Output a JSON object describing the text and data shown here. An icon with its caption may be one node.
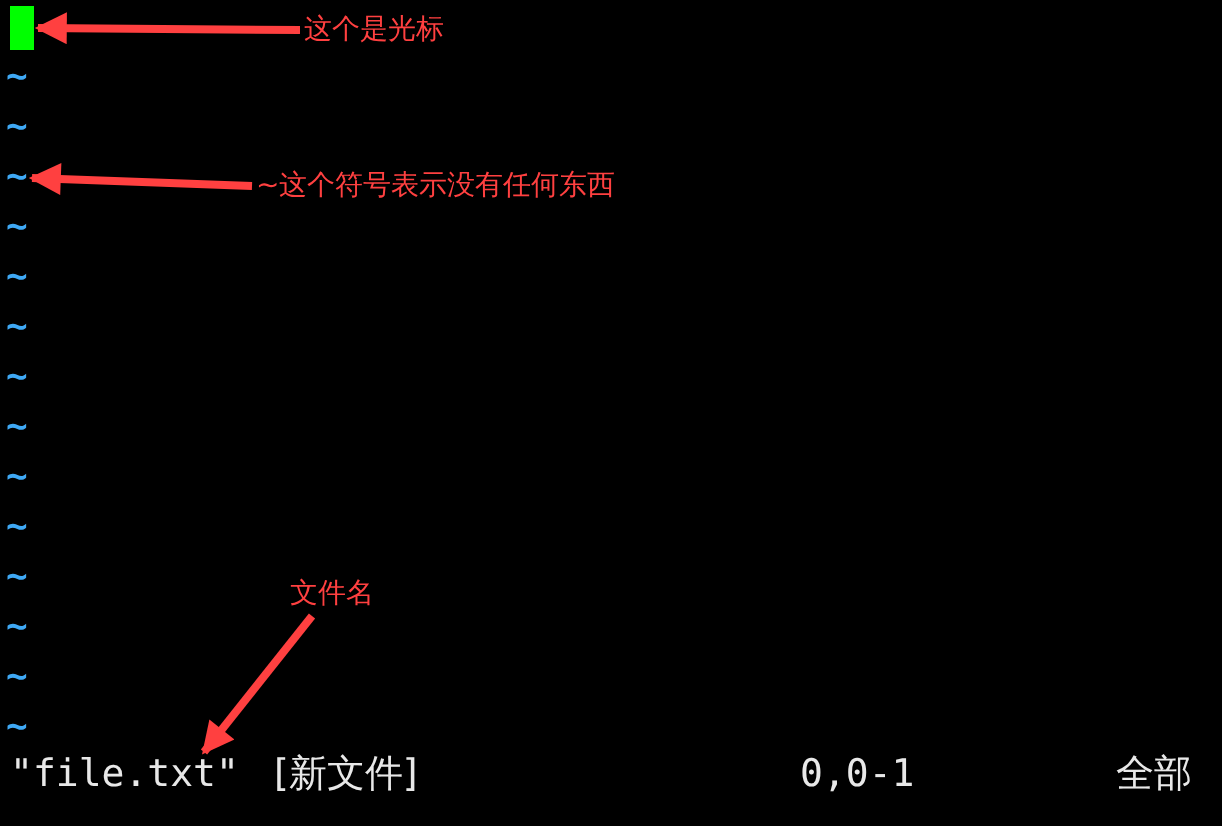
{
  "diagram": {
    "nodes": [
      {
        "text": [],
        "shape": "box"
      },
      {
        "text": [
          "这个是光标"
        ]
      },
      {
        "text": [
          "~"
        ]
      },
      {
        "text": [
          "~这个符号表示没有任何东西"
        ]
      },
      {
        "text": [
          "文件名"
        ]
      },
      {
        "text": [
          "\"file.txt\""
        ]
      }
    ],
    "edges": [
      {
        "from": 1,
        "to": 0,
        "arrow": "to"
      },
      {
        "from": 3,
        "to": 2,
        "arrow": "to"
      },
      {
        "from": 4,
        "to": 5,
        "arrow": "to"
      }
    ],
    "labels": [
      "~",
      "~",
      "~",
      "~",
      "~",
      "~",
      "~",
      "~",
      "~",
      "~",
      "~",
      "~",
      "~",
      "[新文件]",
      "0,0-1",
      "全部"
    ]
  }
}
